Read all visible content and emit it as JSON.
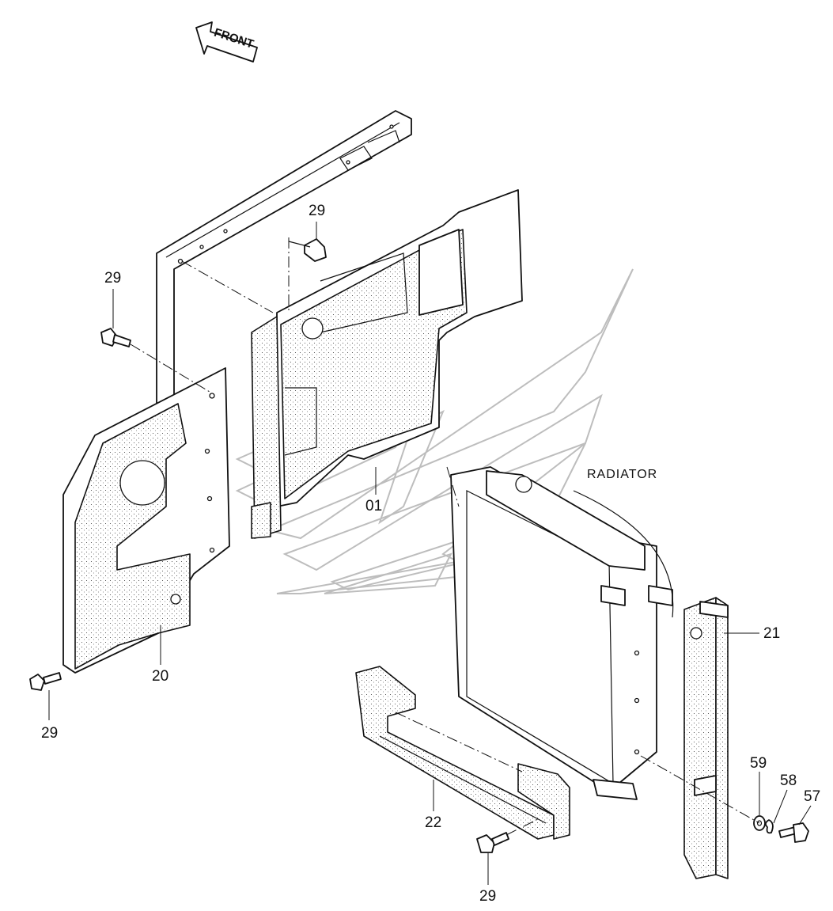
{
  "front_arrow": {
    "text": "FRONT"
  },
  "radiator_label": "RADIATOR",
  "callouts": {
    "c29_top": "29",
    "c29_left": "29",
    "c29_lower_left": "29",
    "c29_bottom": "29",
    "c01": "01",
    "c20": "20",
    "c21": "21",
    "c22": "22",
    "c59": "59",
    "c58": "58",
    "c57": "57"
  }
}
